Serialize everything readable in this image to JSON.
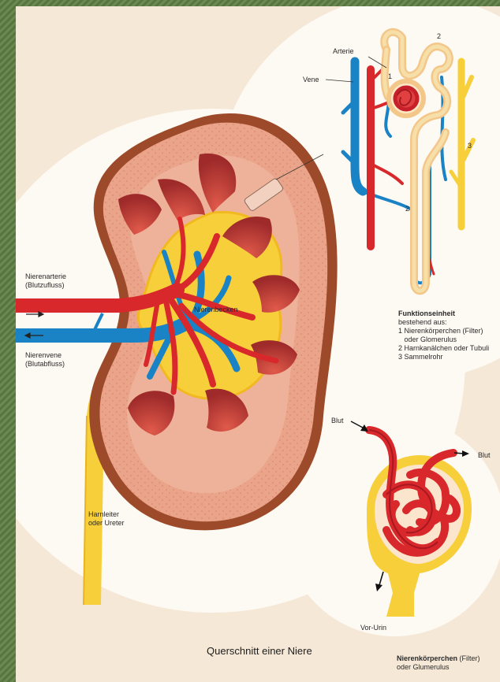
{
  "labels": {
    "arterie": "Arterie",
    "vene": "Vene",
    "num1": "1",
    "num2_top": "2",
    "num2_mid": "2",
    "num3": "3",
    "nierenarterie": "Nierenarterie",
    "blutzufluss": "(Blutzufluss)",
    "nierenvene": "Nierenvene",
    "blutabfluss": "(Blutabfluss)",
    "nierenbecken": "Nierenbecken",
    "harnleiter": "Harnleiter",
    "ureter": "oder Ureter",
    "blut_in": "Blut",
    "blut_out": "Blut",
    "vor_urin": "Vor-Urin",
    "title": "Querschnitt einer Niere"
  },
  "funktionseinheit": {
    "heading": "Funktionseinheit",
    "line1": "bestehend aus:",
    "line2": "1 Nierenkörperchen (Filter)",
    "line3": "   oder Glomerulus",
    "line4": "2 Harnkanälchen oder Tubuli",
    "line5": "3 Sammelrohr"
  },
  "caption_bottom_right": {
    "bold": "Nierenkörperchen",
    "rest": " (Filter)",
    "line2": "oder Glumerulus"
  },
  "colors": {
    "artery_red": "#d8282b",
    "vein_blue": "#1a83c5",
    "pelvis_yellow": "#f6cf3b",
    "cortex": "#e9a48a",
    "capsule": "#9c4a2a",
    "background": "#f6e8d6"
  }
}
